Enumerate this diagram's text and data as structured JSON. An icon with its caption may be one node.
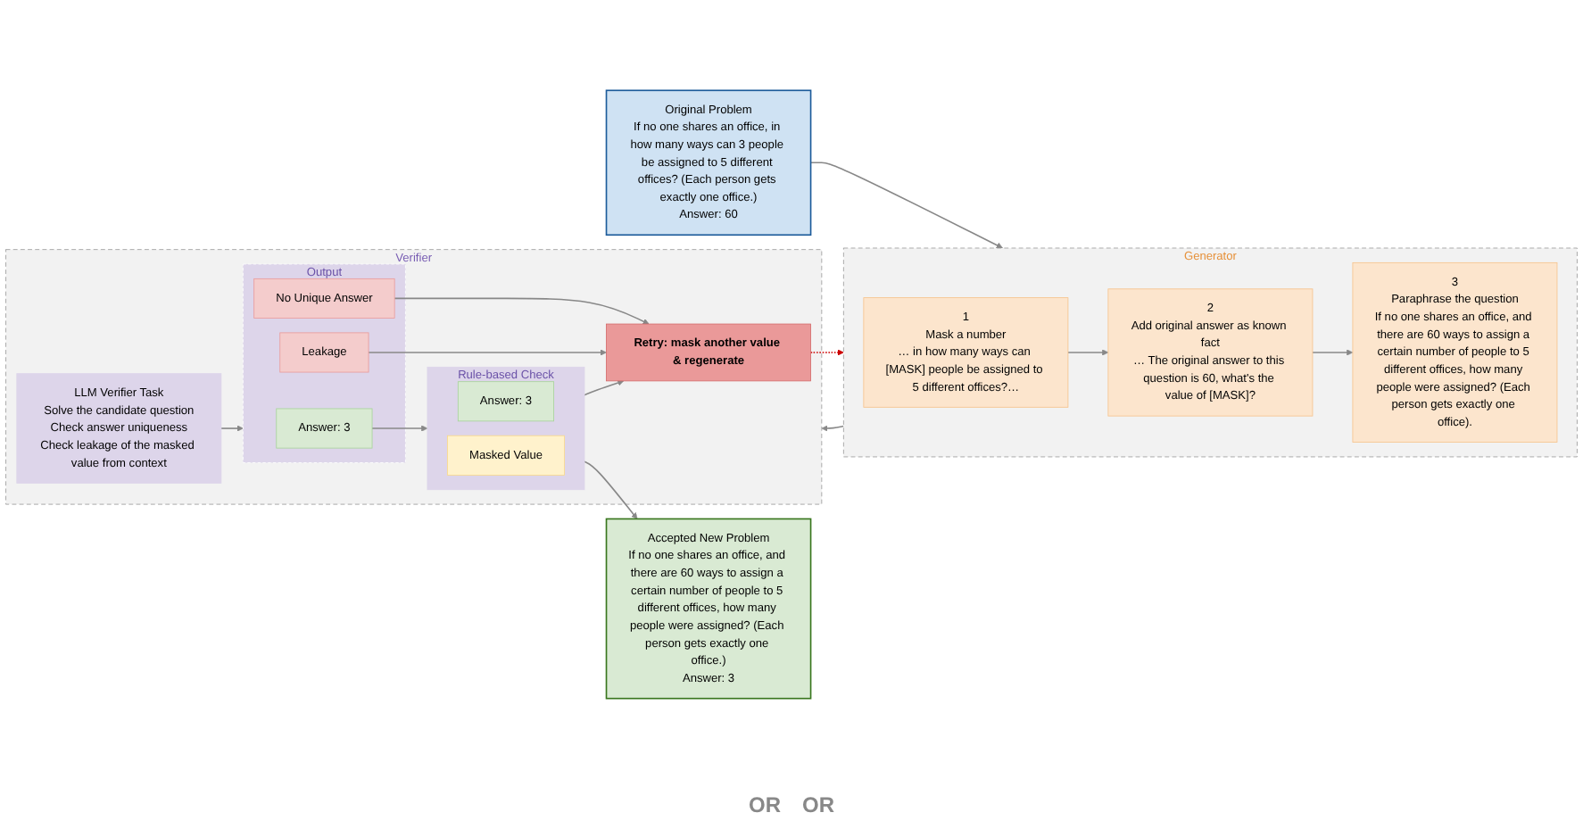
{
  "diagram": {
    "nodes": [
      {
        "text": [
          "Original Problem",
          "If no one shares an office, in how many ways can 3 people be assigned to 5 different offices? (Each person gets exactly one office.)",
          "Answer: 60"
        ]
      },
      {
        "text": [
          "Generator"
        ]
      },
      {
        "text": [
          "1",
          "Mask a number",
          "… in how many ways can [MASK] people be assigned to 5 different offices?…"
        ],
        "in": 1
      },
      {
        "text": [
          "2",
          "Add original answer as known fact",
          "… The original answer to this question is 60, what's the value of [MASK]?"
        ],
        "in": 1
      },
      {
        "text": [
          "3",
          "Paraphrase the question",
          "If no one shares an office, and there are 60 ways to assign a certain number of people to 5 different offices, how many people were assigned? (Each person gets exactly one office)."
        ],
        "in": 1
      },
      {
        "text": [
          "Verifier"
        ]
      },
      {
        "text": [
          "LLM Verifier Task",
          "Solve the candidate question",
          "Check answer uniqueness",
          "Check leakage of the masked value from context"
        ],
        "in": 5
      },
      {
        "text": [
          "Output"
        ],
        "in": 5
      },
      {
        "text": [
          "Answer: 3"
        ],
        "in": 7
      },
      {
        "text": [
          "No Unique Answer"
        ],
        "in": 7
      },
      {
        "text": [
          "Leakage"
        ],
        "in": 7
      },
      {
        "text": [
          "Rule-based Check"
        ],
        "in": 5
      },
      {
        "text": [
          "Answer: 3"
        ],
        "in": 11
      },
      {
        "text": [
          "Masked Value"
        ],
        "in": 11
      },
      {
        "text": [
          "Retry: mask another value & regenerate"
        ],
        "in": 5
      },
      {
        "text": [
          "Accepted New Problem",
          "If no one shares an office, and there are 60 ways to assign a certain number of people to 5 different offices, how many people were assigned? (Each person gets exactly one office.)",
          "Answer: 3"
        ]
      }
    ],
    "edges": [
      {
        "from": 0,
        "to": 1,
        "arrow": "to"
      },
      {
        "from": 2,
        "to": 3,
        "arrow": "to"
      },
      {
        "from": 3,
        "to": 4,
        "arrow": "to"
      },
      {
        "from": 1,
        "to": 5,
        "arrow": "to"
      },
      {
        "from": 6,
        "to": 7,
        "arrow": "to"
      },
      {
        "from": 8,
        "to": 11,
        "arrow": "to"
      },
      {
        "from": 9,
        "to": 14,
        "arrow": "to"
      },
      {
        "from": 10,
        "to": 14,
        "arrow": "to"
      },
      {
        "from": 11,
        "to": 15,
        "arrow": "to"
      },
      {
        "from": 11,
        "to": 14,
        "arrow": "to"
      },
      {
        "from": 14,
        "to": 1,
        "arrow": "to",
        "style": "dashed",
        "color": "#cc0000"
      }
    ],
    "labels": [
      "OR",
      "OR"
    ]
  }
}
